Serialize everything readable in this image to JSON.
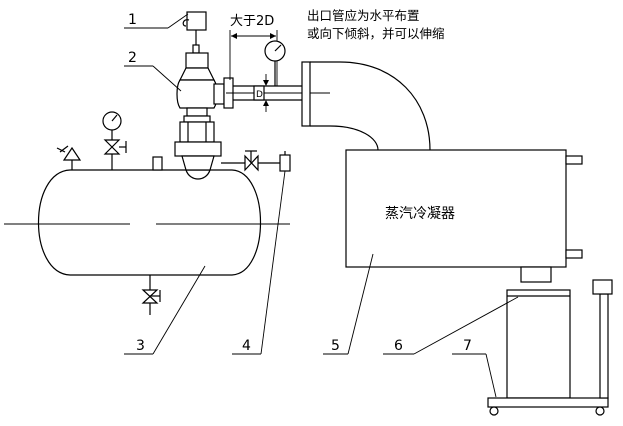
{
  "callouts": [
    "1",
    "2",
    "3",
    "4",
    "5",
    "6",
    "7"
  ],
  "dimension_text": "大于2D",
  "pipe_diameter_label": "D",
  "outlet_note_line1": "出口管应为水平布置",
  "outlet_note_line2": "或向下倾斜，并可以伸缩",
  "condenser_label": "蒸汽冷凝器"
}
